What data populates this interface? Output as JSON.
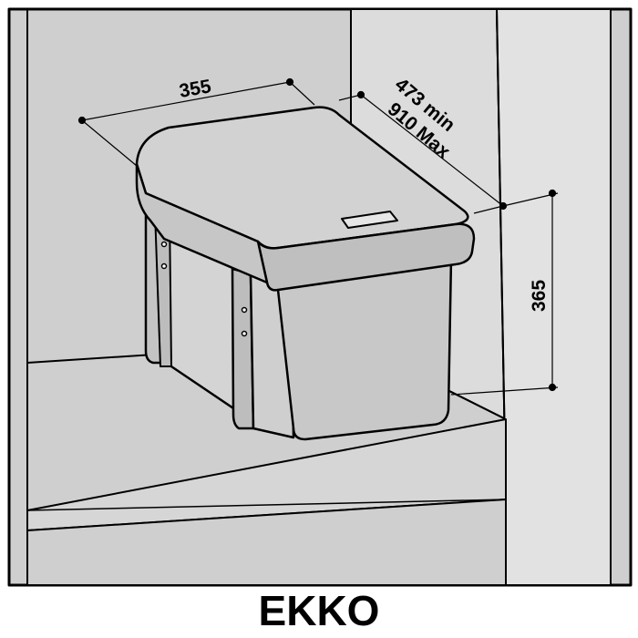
{
  "diagram": {
    "product_name": "EKKO",
    "dimensions": {
      "width": "355",
      "depth_min": "473 min",
      "depth_max": "910 Max",
      "height": "365"
    },
    "colors": {
      "cabinet_wall": "#cfcfcf",
      "cabinet_back": "#dcdcdc",
      "bin_body": "#c8c8c8",
      "lid": "#cccccc",
      "outline": "#000000"
    }
  }
}
